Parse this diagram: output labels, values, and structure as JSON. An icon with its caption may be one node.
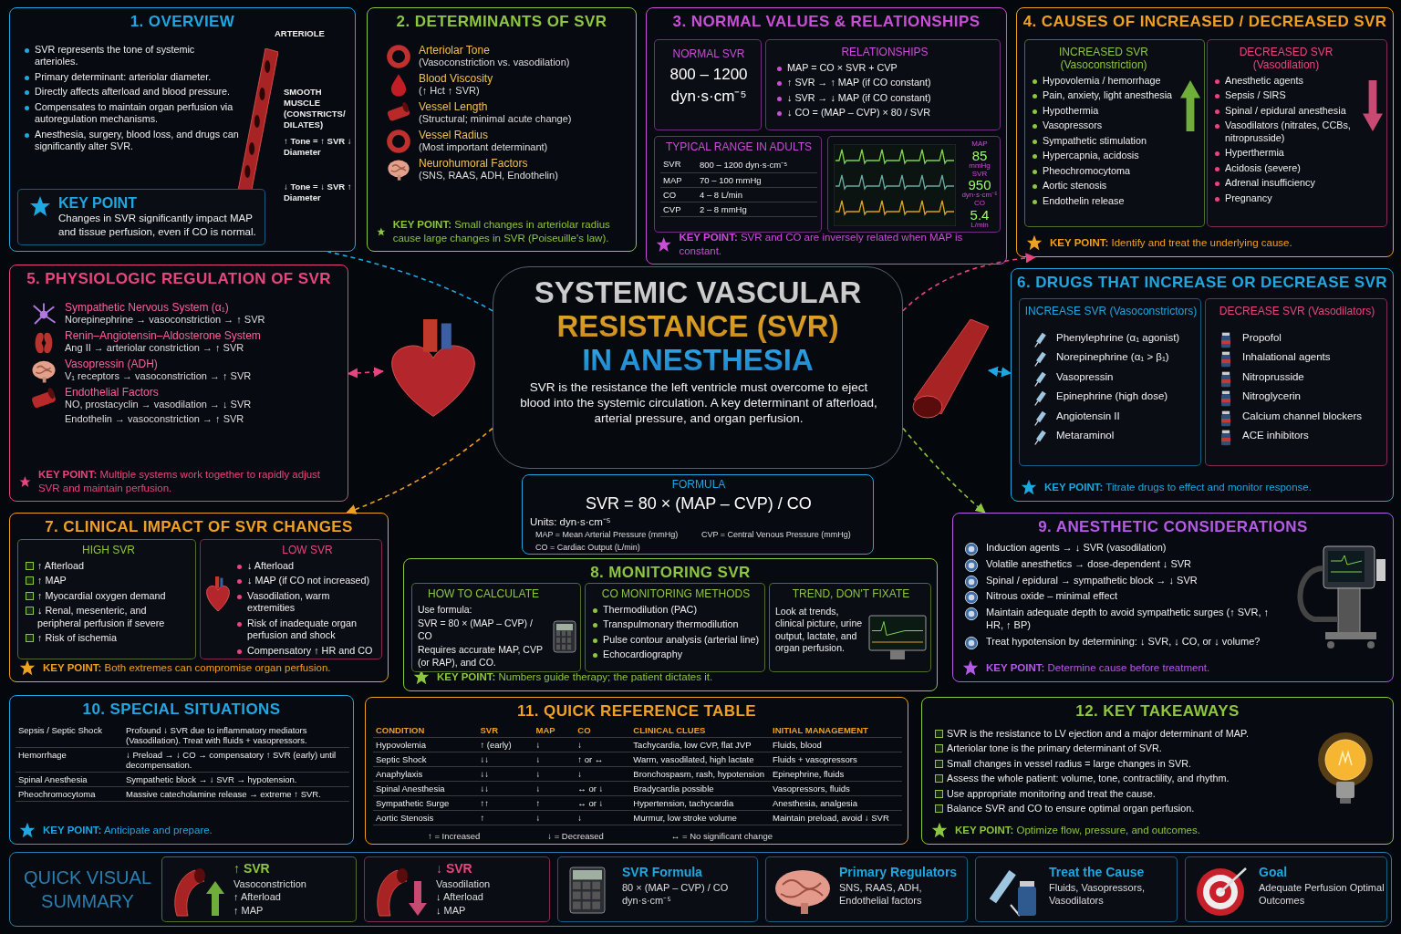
{
  "diagram": {
    "title": "SYSTEMIC VASCULAR RESISTANCE (SVR) IN ANESTHESIA",
    "nodes": [
      {
        "text": [
          "1. OVERVIEW",
          "SVR represents the tone of systemic arterioles.",
          "Primary determinant: arteriolar diameter.",
          "Directly affects afterload and blood pressure.",
          "Compensates to maintain organ perfusion via autoregulation mechanisms.",
          "Anesthesia, surgery, blood loss, and drugs can significantly alter SVR.",
          "ARTERIOLE",
          "SMOOTH MUSCLE (CONSTRICTS/ DILATES)",
          "↑ Tone = ↑ SVR ↓ Diameter",
          "↓ Tone = ↓ SVR ↑ Diameter"
        ]
      },
      {
        "text": [
          "KEY POINT",
          "Changes in SVR significantly impact MAP and tissue perfusion, even if CO is normal."
        ],
        "in": 0
      },
      {
        "text": [
          "2. DETERMINANTS OF SVR",
          "Arteriolar Tone",
          "(Vasoconstriction vs. vasodilation)",
          "Blood Viscosity",
          "(↑ Hct ↑ SVR)",
          "Vessel Length",
          "(Structural; minimal acute change)",
          "Vessel Radius",
          "(Most important determinant)",
          "Neurohumoral Factors",
          "(SNS, RAAS, ADH, Endothelin)",
          "**KEY POINT:** Small changes in arteriolar radius cause large changes in SVR (Poiseuille's law)."
        ]
      },
      {
        "text": [
          "3. NORMAL VALUES & RELATIONSHIPS",
          "**KEY POINT:** SVR and CO are inversely related when MAP is constant."
        ]
      },
      {
        "text": [
          "NORMAL SVR",
          "800 – 1200 dyn·s·cm⁻⁵"
        ],
        "in": 3
      },
      {
        "text": [
          "RELATIONSHIPS",
          "MAP = CO × SVR + CVP",
          "↑ SVR → ↑ MAP (if CO constant)",
          "↓ SVR → ↓ MAP (if CO constant)",
          "↓ CO = (MAP – CVP) × 80 / SVR"
        ],
        "in": 3
      },
      {
        "text": [
          "TYPICAL RANGE IN ADULTS",
          "SVR",
          "800 – 1200 dyn·s·cm⁻⁵",
          "MAP",
          "70 – 100 mmHg",
          "CO",
          "4 – 8 L/min",
          "CVP",
          "2 – 8 mmHg"
        ],
        "in": 3
      },
      {
        "text": [
          "MAP",
          "85",
          "mmHg",
          "SVR",
          "950",
          "dyn·s·cm⁻⁵",
          "CO",
          "5.4",
          "L/min"
        ],
        "in": 3
      },
      {
        "text": [
          "4. CAUSES OF INCREASED / DECREASED SVR",
          "**KEY POINT:** Identify and treat the underlying cause."
        ]
      },
      {
        "text": [
          "INCREASED SVR (Vasoconstriction)",
          "Hypovolemia / hemorrhage",
          "Pain, anxiety, light anesthesia",
          "Hypothermia",
          "Vasopressors",
          "Sympathetic stimulation",
          "Hypercapnia, acidosis",
          "Pheochromocytoma",
          "Aortic stenosis",
          "Endothelin release"
        ],
        "in": 8
      },
      {
        "text": [
          "DECREASED SVR (Vasodilation)",
          "Anesthetic agents",
          "Sepsis / SIRS",
          "Spinal / epidural anesthesia",
          "Vasodilators (nitrates, CCBs, nitroprusside)",
          "Hyperthermia",
          "Acidosis (severe)",
          "Adrenal insufficiency",
          "Pregnancy"
        ],
        "in": 8
      },
      {
        "text": [
          "5. PHYSIOLOGIC REGULATION OF SVR",
          "Sympathetic Nervous System (α₁)",
          "Norepinephrine → vasoconstriction → ↑ SVR",
          "Renin–Angiotensin–Aldosterone System",
          "Ang II → arteriolar constriction → ↑ SVR",
          "Vasopressin (ADH)",
          "V₁ receptors → vasoconstriction → ↑ SVR",
          "Endothelial Factors",
          "NO, prostacyclin → vasodilation → ↓ SVR",
          "Endothelin → vasoconstriction → ↑ SVR",
          "**KEY POINT:** Multiple systems work together to rapidly adjust SVR and maintain perfusion."
        ]
      },
      {
        "text": [
          "SVR is the resistance the left ventricle must overcome to eject blood into the systemic circulation. A key determinant of afterload, arterial pressure, and organ perfusion."
        ]
      },
      {
        "text": [],
        "shape": "picture"
      },
      {
        "text": [],
        "shape": "picture"
      },
      {
        "text": [
          "FORMULA",
          "SVR = 80 × (MAP – CVP) / CO",
          "Units: dyn·s·cm⁻⁵",
          "MAP = Mean Arterial Pressure (mmHg)",
          "CVP = Central Venous Pressure (mmHg)",
          "CO = Cardiac Output (L/min)"
        ]
      },
      {
        "text": [
          "6. DRUGS THAT INCREASE OR DECREASE SVR",
          "**KEY POINT:** Titrate drugs to effect and monitor response."
        ]
      },
      {
        "text": [
          "INCREASE SVR (Vasoconstrictors)",
          "Phenylephrine (α₁ agonist)",
          "Norepinephrine (α₁ > β₁)",
          "Vasopressin",
          "Epinephrine (high dose)",
          "Angiotensin II",
          "Metaraminol"
        ],
        "in": 16
      },
      {
        "text": [
          "DECREASE SVR (Vasodilators)",
          "Propofol",
          "Inhalational agents",
          "Nitroprusside",
          "Nitroglycerin",
          "Calcium channel blockers",
          "ACE inhibitors"
        ],
        "in": 16
      },
      {
        "text": [
          "7. CLINICAL IMPACT OF SVR CHANGES",
          "**KEY POINT:** Both extremes can compromise organ perfusion."
        ]
      },
      {
        "text": [
          "HIGH SVR",
          "↑ Afterload",
          "↑ MAP",
          "↑ Myocardial oxygen demand",
          "↓ Renal, mesenteric, and peripheral perfusion if severe",
          "↑ Risk of ischemia"
        ],
        "in": 19
      },
      {
        "text": [
          "LOW SVR",
          "↓ Afterload",
          "↓ MAP (if CO not increased)",
          "Vasodilation, warm extremities",
          "Risk of inadequate organ perfusion and shock",
          "Compensatory ↑ HR and CO"
        ],
        "in": 19
      },
      {
        "text": [
          "8. MONITORING SVR",
          "**KEY POINT:** Numbers guide therapy; the patient dictates it."
        ]
      },
      {
        "text": [
          "HOW TO CALCULATE",
          "Use formula:",
          "SVR = 80 × (MAP – CVP) / CO",
          "Requires accurate MAP, CVP (or RAP), and CO."
        ],
        "in": 22
      },
      {
        "text": [
          "CO MONITORING METHODS",
          "Thermodilution (PAC)",
          "Transpulmonary thermodilution",
          "Pulse contour analysis (arterial line)",
          "Echocardiography"
        ],
        "in": 22
      },
      {
        "text": [
          "TREND, DON'T FIXATE",
          "Look at trends, clinical picture, urine output, lactate, and organ perfusion."
        ],
        "in": 22
      },
      {
        "text": [
          "9. ANESTHETIC CONSIDERATIONS",
          "Induction agents → ↓ SVR (vasodilation)",
          "Volatile anesthetics → dose-dependent ↓ SVR",
          "Spinal / epidural → sympathetic block → ↓ SVR",
          "Nitrous oxide – minimal effect",
          "Maintain adequate depth to avoid sympathetic surges (↑ SVR, ↑ HR, ↑ BP)",
          "Treat hypotension by determining: ↓ SVR, ↓ CO, or ↓ volume?",
          "**KEY POINT:** Determine cause before treatment."
        ]
      },
      {
        "text": [
          "10. SPECIAL SITUATIONS",
          "Sepsis / Septic Shock",
          "Profound ↓ SVR due to inflammatory mediators (Vasodilation). Treat with fluids + vasopressors.",
          "Hemorrhage",
          "↓ Preload → ↓ CO → compensatory ↑ SVR (early) until decompensation.",
          "Spinal Anesthesia",
          "Sympathetic block → ↓ SVR → hypotension.",
          "Pheochromocytoma",
          "Massive catecholamine release → extreme ↑ SVR.",
          "**KEY POINT:** Anticipate and prepare."
        ]
      },
      {
        "text": [
          "11. QUICK REFERENCE TABLE",
          "CONDITION",
          "SVR",
          "MAP",
          "CO",
          "CLINICAL CLUES",
          "INITIAL MANAGEMENT",
          "Hypovolemia",
          "↑ (early)",
          "↓",
          "↓",
          "Tachycardia, low CVP, flat JVP",
          "Fluids, blood",
          "Septic Shock",
          "↓↓",
          "↓",
          "↑ or ↔",
          "Warm, vasodilated, high lactate",
          "Fluids + vasopressors",
          "Anaphylaxis",
          "↓↓",
          "↓",
          "↓",
          "Bronchospasm, rash, hypotension",
          "Epinephrine, fluids",
          "Spinal Anesthesia",
          "↓↓",
          "↓",
          "↔ or ↓",
          "Bradycardia possible",
          "Vasopressors, fluids",
          "Sympathetic Surge",
          "↑↑",
          "↑",
          "↔ or ↓",
          "Hypertension, tachycardia",
          "Anesthesia, analgesia",
          "Aortic Stenosis",
          "↑",
          "↓",
          "↓",
          "Murmur, low stroke volume",
          "Maintain preload, avoid ↓ SVR",
          "↑ = Increased",
          "↓ = Decreased",
          "↔ = No significant change"
        ]
      },
      {
        "text": [
          "12. KEY TAKEAWAYS",
          "SVR is the resistance to LV ejection and a major determinant of MAP.",
          "Arteriolar tone is the primary determinant of SVR.",
          "Small changes in vessel radius = large changes in SVR.",
          "Assess the whole patient: volume, tone, contractility, and rhythm.",
          "Use appropriate monitoring and treat the cause.",
          "Balance SVR and CO to ensure optimal organ perfusion.",
          "**KEY POINT:** Optimize flow, pressure, and outcomes."
        ]
      },
      {
        "text": [
          "QUICK VISUAL SUMMARY"
        ]
      },
      {
        "text": [
          "↑ SVR",
          "Vasoconstriction",
          "↑ Afterload",
          "↑ MAP"
        ],
        "in": 30
      },
      {
        "text": [
          "↓ SVR",
          "Vasodilation",
          "↓ Afterload",
          "↓ MAP"
        ],
        "in": 30
      },
      {
        "text": [
          "SVR Formula",
          "80 × (MAP – CVP) / CO",
          "dyn·s·cm⁻⁵"
        ],
        "in": 30
      },
      {
        "text": [
          "Primary Regulators",
          "SNS, RAAS, ADH, Endothelial factors"
        ],
        "in": 30
      },
      {
        "text": [
          "Treat the Cause",
          "Fluids, Vasopressors, Vasodilators"
        ],
        "in": 30
      },
      {
        "text": [
          "Goal",
          "Adequate Perfusion Optimal Outcomes"
        ],
        "in": 30
      }
    ],
    "edges": [
      {
        "from": 12,
        "to": 0,
        "arrow": "none",
        "style": "dashed",
        "color": "#1ea7e1"
      },
      {
        "from": 12,
        "to": 8,
        "arrow": "to",
        "style": "dashed",
        "color": "#e8457f"
      },
      {
        "from": 11,
        "to": 13,
        "arrow": "both",
        "style": "dashed",
        "color": "#e8457f"
      },
      {
        "from": 14,
        "to": 16,
        "arrow": "both",
        "style": "dashed",
        "color": "#1ea7e1"
      },
      {
        "from": 12,
        "to": 19,
        "arrow": "to",
        "style": "dashed",
        "color": "#f0a020"
      },
      {
        "from": 12,
        "to": 26,
        "arrow": "to",
        "style": "dashed",
        "color": "#8dc63f"
      }
    ]
  }
}
